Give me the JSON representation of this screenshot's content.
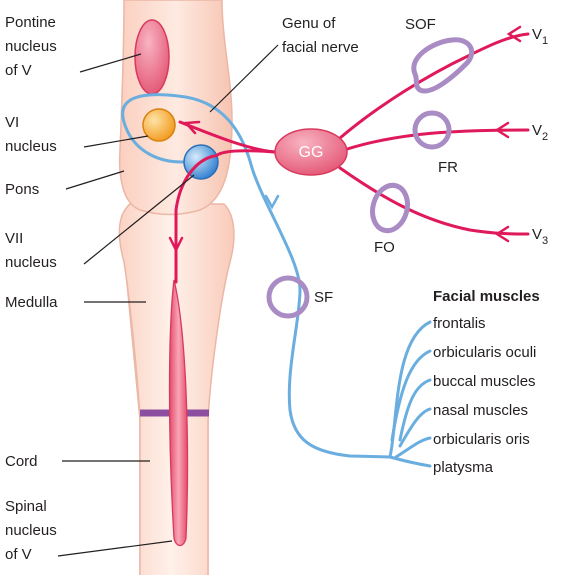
{
  "labels": {
    "pontine": [
      "Pontine",
      "nucleus",
      "of V"
    ],
    "genu": [
      "Genu of",
      "facial nerve"
    ],
    "vi_nucleus": [
      "VI",
      "nucleus"
    ],
    "pons": "Pons",
    "vii_nucleus": [
      "VII",
      "nucleus"
    ],
    "medulla": "Medulla",
    "cord": "Cord",
    "spinal": [
      "Spinal",
      "nucleus",
      "of V"
    ],
    "sof": "SOF",
    "fr": "FR",
    "fo": "FO",
    "sf": "SF",
    "gg": "GG",
    "v1": {
      "main": "V",
      "sub": "1"
    },
    "v2": {
      "main": "V",
      "sub": "2"
    },
    "v3": {
      "main": "V",
      "sub": "3"
    }
  },
  "facial_muscles": {
    "title": "Facial muscles",
    "items": [
      "frontalis",
      "orbicularis oculi",
      "buccal muscles",
      "nasal muscles",
      "orbicularis oris",
      "platysma"
    ]
  },
  "colors": {
    "trigeminal": "#e0195a",
    "facial_nerve": "#6aaedf",
    "foramen": "#a98cc4",
    "brainstem_fill": "#fde0d4",
    "brainstem_stroke": "#ebb7a6",
    "vi_nucleus": "#f5a623",
    "vii_nucleus": "#4a8fd6",
    "nucleus_v": "#e65a78",
    "cord_marker": "#8c4fa0"
  }
}
